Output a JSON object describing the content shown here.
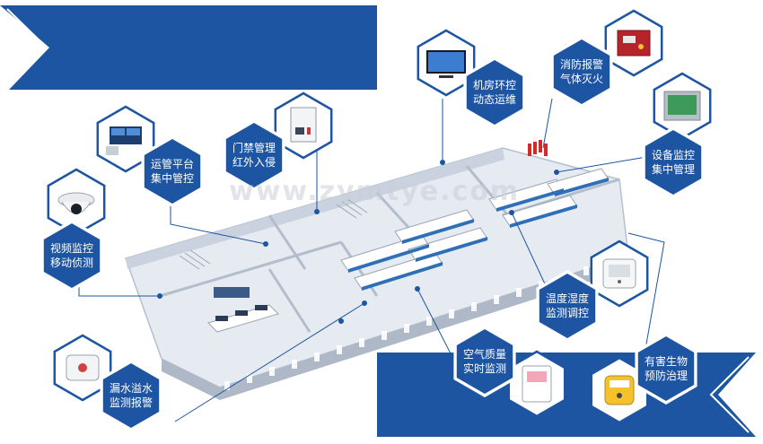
{
  "watermark": "www.zymtye.com",
  "colors": {
    "primary": "#1d55a3",
    "ring": "#ffffff",
    "floor": "#e8ecf2",
    "wall": "#a9b4c4",
    "rack": "#2f6fb8",
    "line": "#1d55a3"
  },
  "modules": [
    {
      "id": "video",
      "icon": "dome-camera-icon",
      "line1": "视频监控",
      "line2": "移动侦测"
    },
    {
      "id": "ops",
      "icon": "video-wall-icon",
      "line1": "运管平台",
      "line2": "集中管控"
    },
    {
      "id": "access",
      "icon": "access-control-panel-icon",
      "line1": "门禁管理",
      "line2": "红外入侵"
    },
    {
      "id": "env",
      "icon": "monitor-icon",
      "line1": "机房环控",
      "line2": "动态运维"
    },
    {
      "id": "fire",
      "icon": "fire-alarm-panel-icon",
      "line1": "消防报警",
      "line2": "气体灭火"
    },
    {
      "id": "device",
      "icon": "hmi-panel-icon",
      "line1": "设备监控",
      "line2": "集中管理"
    },
    {
      "id": "temp",
      "icon": "thermometer-sensor-icon",
      "line1": "温度湿度",
      "line2": "监测调控"
    },
    {
      "id": "air",
      "icon": "air-quality-sensor-icon",
      "line1": "空气质量",
      "line2": "实时监测"
    },
    {
      "id": "pest",
      "icon": "pest-repeller-icon",
      "line1": "有害生物",
      "line2": "预防治理"
    },
    {
      "id": "leak",
      "icon": "water-leak-detector-icon",
      "line1": "漏水溢水",
      "line2": "监测报警"
    }
  ]
}
